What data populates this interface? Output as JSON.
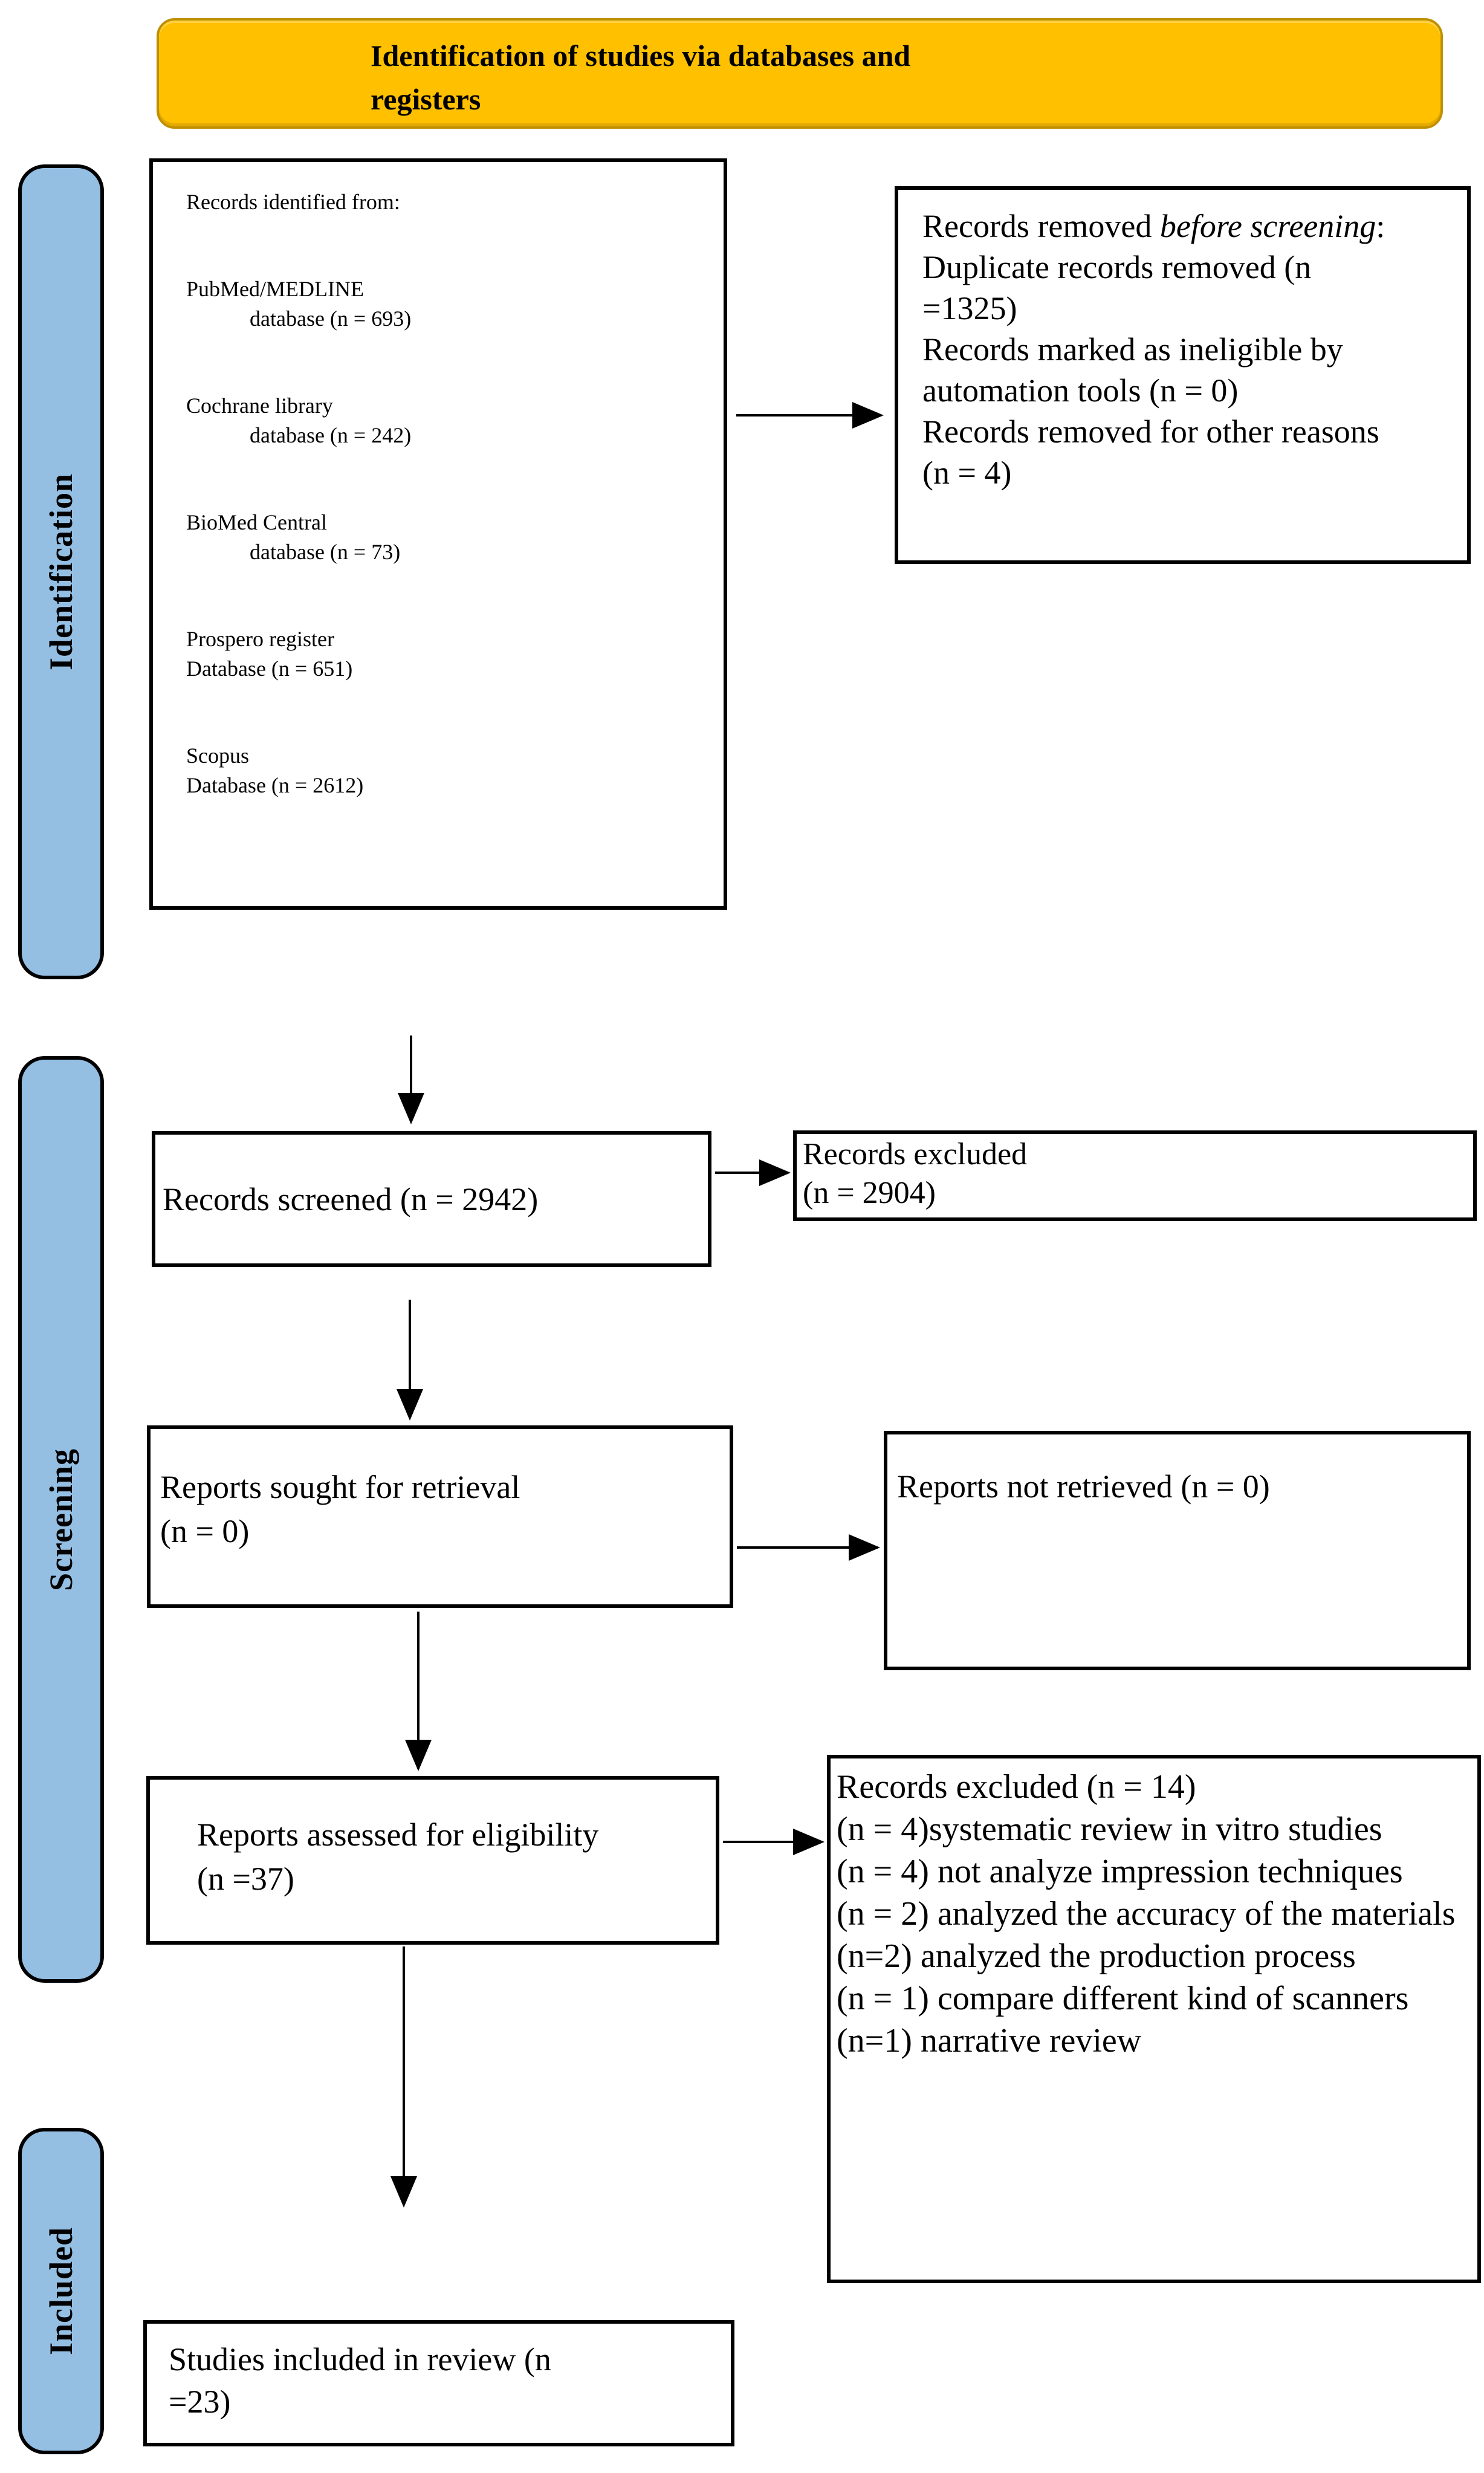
{
  "header": {
    "line1": "Identification of studies via databases and",
    "line2": "registers"
  },
  "sidebar": {
    "identification": "Identification",
    "screening": "Screening",
    "included": "Included"
  },
  "boxes": {
    "records_identified": {
      "title": "Records identified from:",
      "sources": [
        {
          "name": "PubMed/MEDLINE",
          "detail": "database (n = 693)"
        },
        {
          "name": "Cochrane library",
          "detail": "database (n = 242)"
        },
        {
          "name": "BioMed Central",
          "detail": "database (n = 73)"
        },
        {
          "name": "Prospero register",
          "detail": "Database (n = 651)"
        },
        {
          "name": "Scopus",
          "detail": "Database (n = 2612)"
        }
      ]
    },
    "records_removed": {
      "heading_prefix": "Records removed ",
      "heading_italic": "before screening",
      "heading_suffix": ":",
      "items": [
        "Duplicate records removed (n =1325)",
        "Records marked as ineligible by automation tools (n = 0)",
        "Records removed for other reasons (n = 4)"
      ]
    },
    "records_screened": {
      "label": "Records screened (n = 2942)"
    },
    "records_excluded": {
      "line1": "Records excluded",
      "line2": "(n = 2904)"
    },
    "reports_sought": {
      "line1": "Reports sought for retrieval",
      "line2": "(n = 0)"
    },
    "reports_not_retrieved": {
      "label": "Reports not retrieved (n = 0)"
    },
    "reports_assessed": {
      "line1": "Reports assessed for eligibility",
      "line2": "(n =37)"
    },
    "records_excluded_reasons": {
      "title": "Records excluded (n = 14)",
      "reasons": [
        "(n = 4)systematic review in vitro studies",
        "(n = 4) not analyze impression techniques",
        "(n = 2) analyzed the accuracy of the materials",
        "(n=2) analyzed the production process",
        "(n = 1) compare different kind of scanners",
        "(n=1) narrative review"
      ]
    },
    "studies_included": {
      "line1": "Studies included in review (n",
      "line2": "=23)"
    }
  },
  "colors": {
    "header_fill": "#FFC000",
    "header_border": "#BF9000",
    "sidebar_fill": "#94BFE3",
    "box_border": "#000000",
    "arrow": "#000000"
  }
}
